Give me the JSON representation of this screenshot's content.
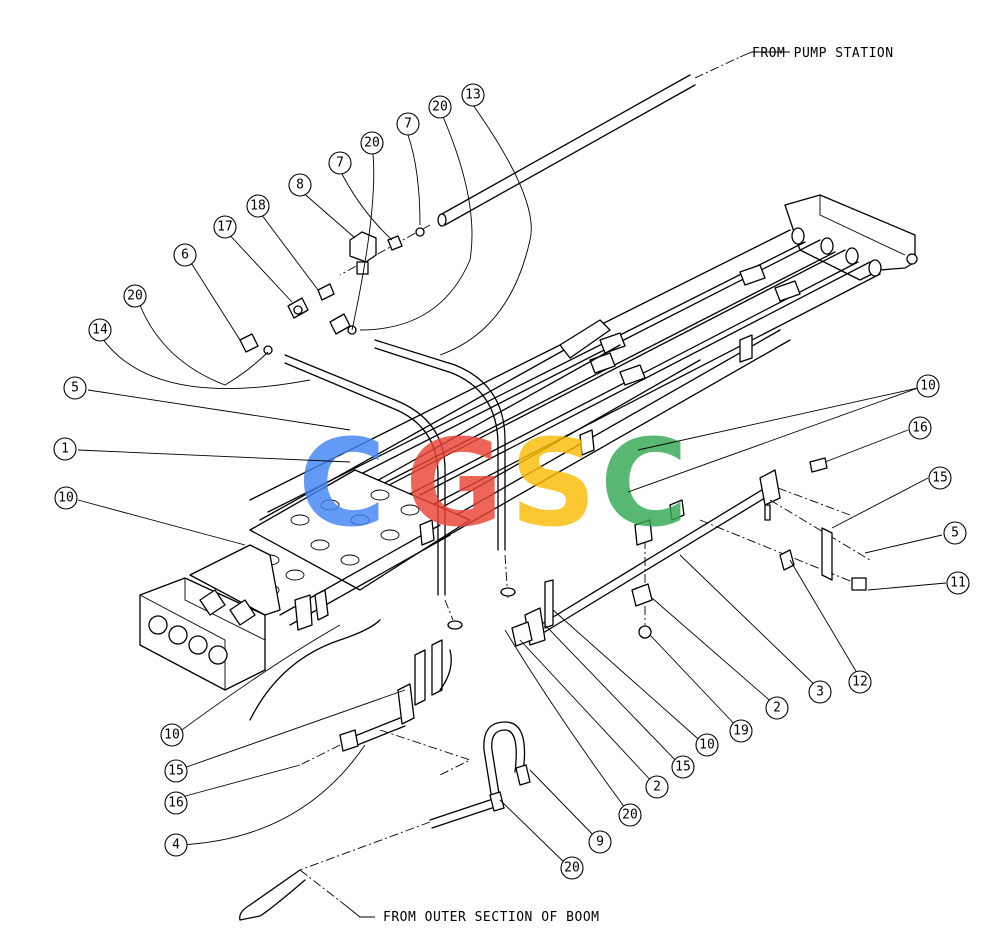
{
  "labels": {
    "from_pump_station": "FROM PUMP STATION",
    "from_outer_section": "FROM OUTER SECTION OF BOOM"
  },
  "watermark": {
    "text": "CGSC",
    "colors": [
      "#4285F4",
      "#EA4335",
      "#FBBC05",
      "#34A853"
    ]
  },
  "callouts": [
    "13",
    "20",
    "7",
    "20",
    "7",
    "8",
    "18",
    "17",
    "6",
    "20",
    "14",
    "5",
    "1",
    "10",
    "10",
    "16",
    "15",
    "5",
    "11",
    "12",
    "3",
    "2",
    "19",
    "10",
    "15",
    "2",
    "20",
    "9",
    "20",
    "4",
    "16",
    "15",
    "10"
  ]
}
